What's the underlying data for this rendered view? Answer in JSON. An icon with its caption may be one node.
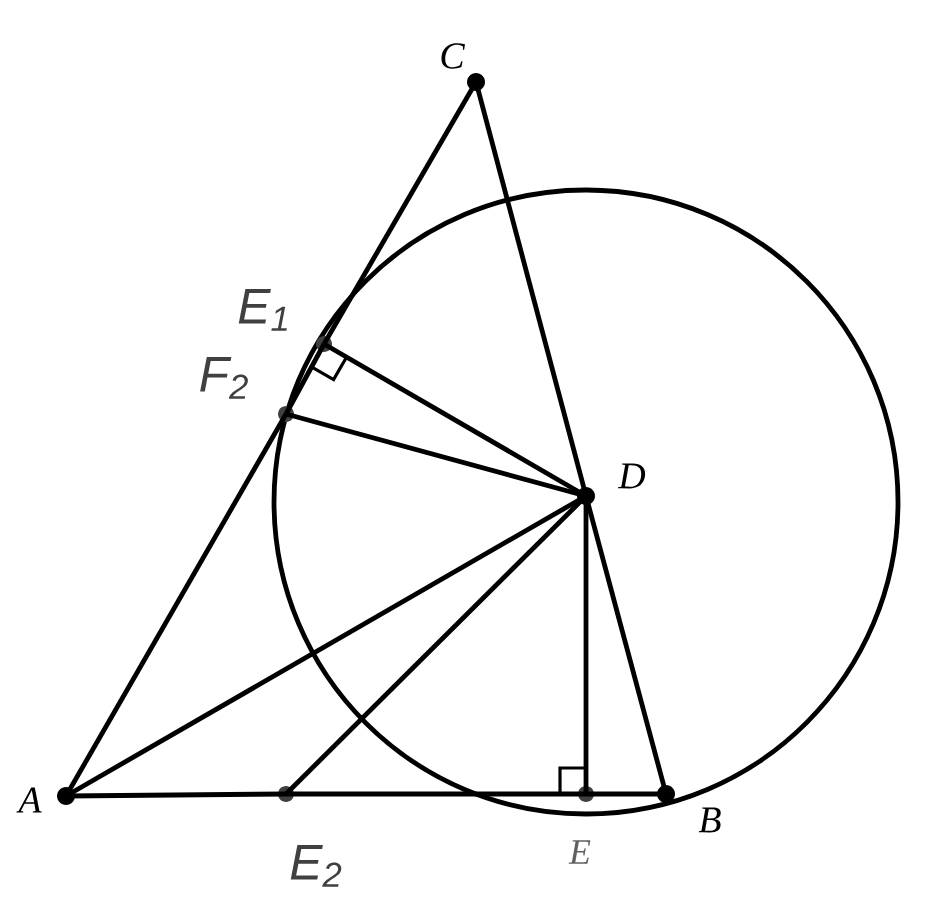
{
  "diagram": {
    "nodes": [
      {
        "text": [
          "C"
        ]
      },
      {
        "text": [
          "E$_{1}$"
        ]
      },
      {
        "text": [
          "F$_{2}$"
        ]
      },
      {
        "text": [
          "D"
        ]
      },
      {
        "text": [
          "A"
        ]
      },
      {
        "text": [
          "E$_{2}$"
        ]
      },
      {
        "text": [
          "E"
        ]
      },
      {
        "text": [
          "B"
        ]
      }
    ],
    "edges": [
      {
        "from": 4,
        "to": 2,
        "arrow": "none"
      },
      {
        "from": 2,
        "to": 1,
        "arrow": "none"
      },
      {
        "from": 1,
        "to": 0,
        "arrow": "none"
      },
      {
        "from": 0,
        "to": 3,
        "arrow": "none"
      },
      {
        "from": 3,
        "to": 7,
        "arrow": "none"
      },
      {
        "from": 4,
        "to": 5,
        "arrow": "none"
      },
      {
        "from": 5,
        "to": 6,
        "arrow": "none"
      },
      {
        "from": 6,
        "to": 7,
        "arrow": "none"
      },
      {
        "from": 4,
        "to": 3,
        "arrow": "none"
      },
      {
        "from": 3,
        "to": 1,
        "arrow": "none"
      },
      {
        "from": 3,
        "to": 2,
        "arrow": "none"
      },
      {
        "from": 3,
        "to": 5,
        "arrow": "none"
      },
      {
        "from": 3,
        "to": 6,
        "arrow": "none"
      }
    ]
  }
}
